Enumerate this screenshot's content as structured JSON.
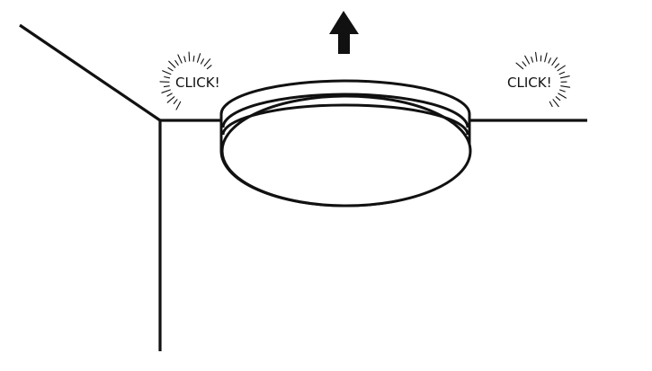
{
  "callouts": [
    {
      "label": "CLICK!"
    },
    {
      "label": "CLICK!"
    }
  ],
  "arrow": {
    "direction": "up"
  },
  "colors": {
    "ink": "#111111",
    "background": "#ffffff"
  }
}
